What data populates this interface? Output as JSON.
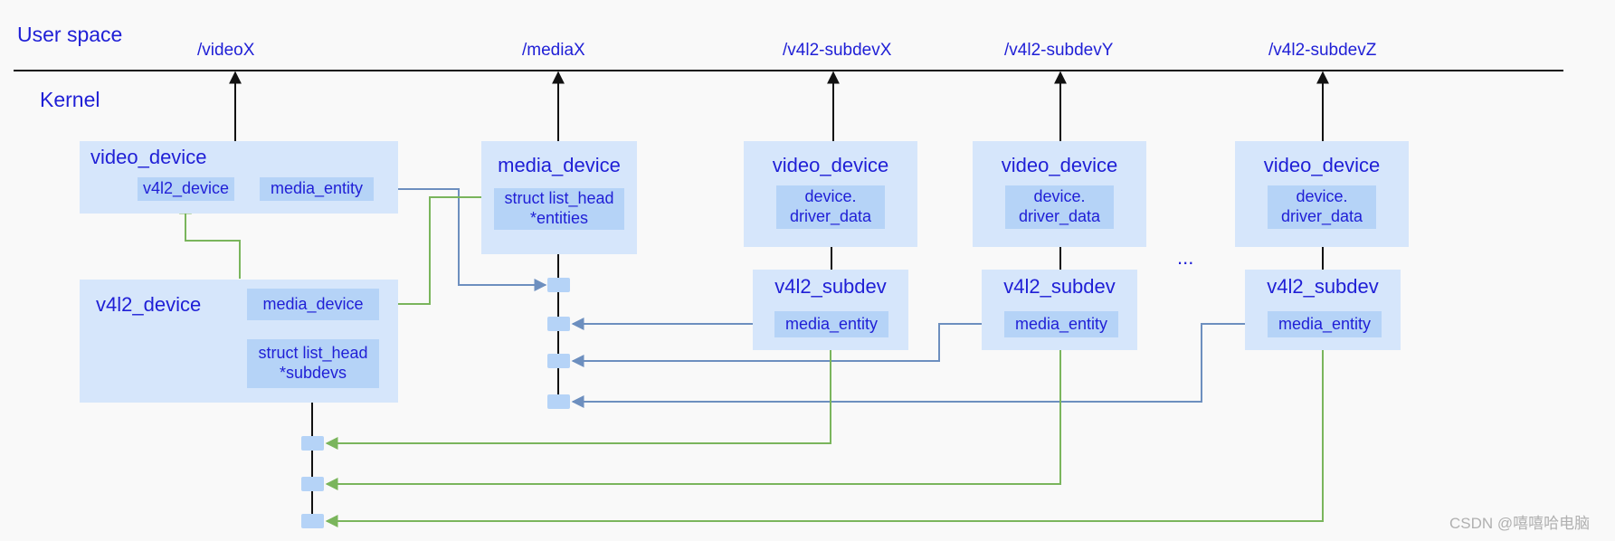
{
  "zones": {
    "user_space": "User space",
    "kernel": "Kernel"
  },
  "device_nodes": [
    "/videoX",
    "/mediaX",
    "/v4l2-subdevX",
    "/v4l2-subdevY",
    "/v4l2-subdevZ"
  ],
  "video_device_main": {
    "title": "video_device",
    "field_a": "v4l2_device",
    "field_b": "media_entity"
  },
  "v4l2_device": {
    "title": "v4l2_device",
    "field_media": "media_device",
    "field_list": "struct list_head\n*subdevs"
  },
  "media_device": {
    "title": "media_device",
    "field_list": "struct list_head\n*entities"
  },
  "subdev_groups": [
    {
      "video_title": "video_device",
      "driver_data": "device.\ndriver_data",
      "subdev_title": "v4l2_subdev",
      "entity": "media_entity"
    },
    {
      "video_title": "video_device",
      "driver_data": "device.\ndriver_data",
      "subdev_title": "v4l2_subdev",
      "entity": "media_entity"
    },
    {
      "video_title": "video_device",
      "driver_data": "device.\ndriver_data",
      "subdev_title": "v4l2_subdev",
      "entity": "media_entity"
    }
  ],
  "ellipsis": "...",
  "watermark": "CSDN @嘻嘻哈电脑",
  "colors": {
    "box": "#d6e6fb",
    "field": "#b5d3f7",
    "text": "#1f1fd6",
    "link_blue": "#6d8fbf",
    "link_green": "#7ab55c",
    "arrow_black": "#111111"
  }
}
